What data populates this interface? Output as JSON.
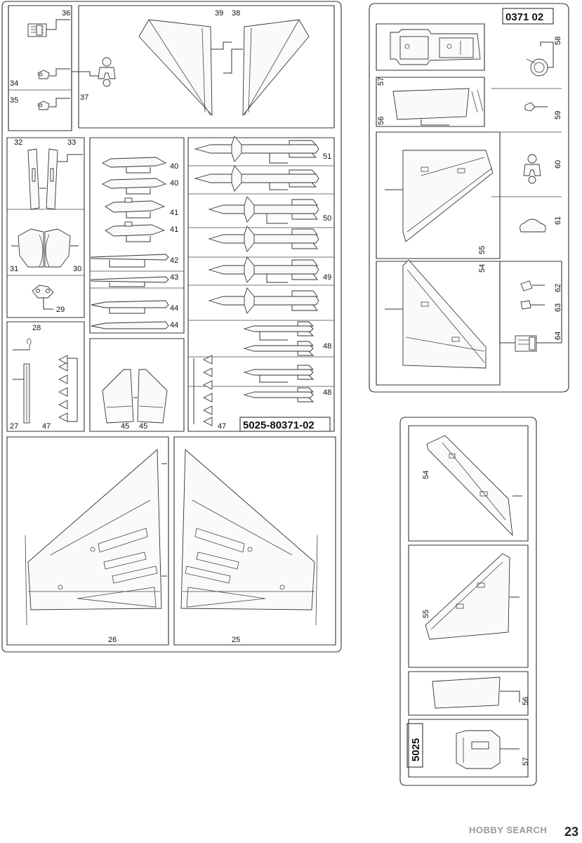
{
  "sprue_codes": {
    "main": "5025-80371-02",
    "upper_right": "0371 02",
    "lower_right": "5025"
  },
  "part_labels": {
    "p36": "36",
    "p39": "39",
    "p38": "38",
    "p34": "34",
    "p35": "35",
    "p37": "37",
    "p32": "32",
    "p33": "33",
    "p31": "31",
    "p30": "30",
    "p29": "29",
    "p40a": "40",
    "p40b": "40",
    "p41a": "41",
    "p41b": "41",
    "p42": "42",
    "p43": "43",
    "p44a": "44",
    "p44b": "44",
    "p51": "51",
    "p50": "50",
    "p49": "49",
    "p48a": "48",
    "p48b": "48",
    "p28": "28",
    "p27": "27",
    "p47a": "47",
    "p45a": "45",
    "p45b": "45",
    "p47b": "47",
    "p26": "26",
    "p25": "25",
    "r58": "58",
    "r57": "57",
    "r59": "59",
    "r56": "56",
    "r60": "60",
    "r61": "61",
    "r55": "55",
    "r54": "54",
    "r62": "62",
    "r63": "63",
    "r64": "64",
    "s54": "54",
    "s55": "55",
    "s56": "56",
    "s57": "57"
  },
  "footer": {
    "brand": "HOBBY SEARCH",
    "page_number": "23"
  }
}
